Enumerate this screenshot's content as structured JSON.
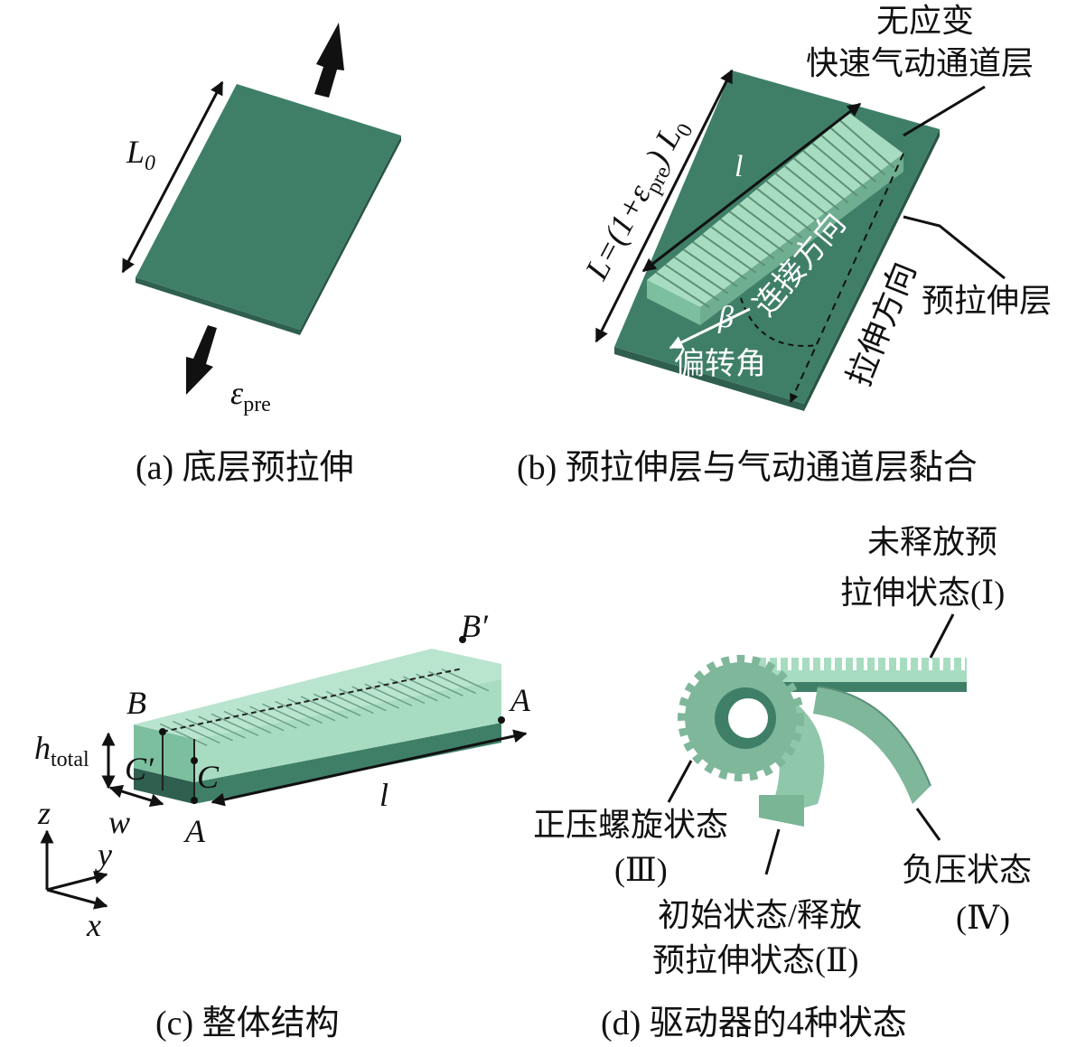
{
  "captions": {
    "a": "(a) 底层预拉伸",
    "b": "(b) 预拉伸层与气动通道层黏合",
    "c": "(c) 整体结构",
    "d": "(d) 驱动器的4种状态"
  },
  "panel_a": {
    "length_symbol": "L",
    "length_sub": "0",
    "strain_symbol": "ε",
    "strain_sub": "pre"
  },
  "panel_b": {
    "label_top_line1": "无应变",
    "label_top_line2": "快速气动通道层",
    "label_prestretch": "预拉伸层",
    "length_expr_left": "L=(1+ε",
    "length_expr_sub": "pre",
    "length_expr_right": ") L",
    "length_expr_sub2": "0",
    "channel_length": "l",
    "connect_dir": "连接方向",
    "stretch_dir": "拉伸方向",
    "beta": "β",
    "deflection": "偏转角"
  },
  "panel_c": {
    "h_symbol": "h",
    "h_sub": "total",
    "w_symbol": "w",
    "l_symbol": "l",
    "point_B": "B",
    "point_Bp": "B′",
    "point_A_right": "A",
    "point_A_bottom": "A",
    "point_C": "C",
    "point_Cp": "C′",
    "axis_z": "z",
    "axis_y": "y",
    "axis_x": "x"
  },
  "panel_d": {
    "state1_line1": "未释放预",
    "state1_line2": "拉伸状态(Ⅰ)",
    "state3_line1": "正压螺旋状态",
    "state3_line2": "(Ⅲ)",
    "state2_line1": "初始状态/释放",
    "state2_line2": "预拉伸状态(Ⅱ)",
    "state4_line1": "负压状态",
    "state4_line2": "(Ⅳ)"
  },
  "colors": {
    "base_layer": "#3f7f68",
    "base_layer_dark": "#2f5f4e",
    "channel_layer": "#a8dcc0",
    "channel_layer_dark": "#7cbf9f",
    "arrow": "#111111"
  }
}
